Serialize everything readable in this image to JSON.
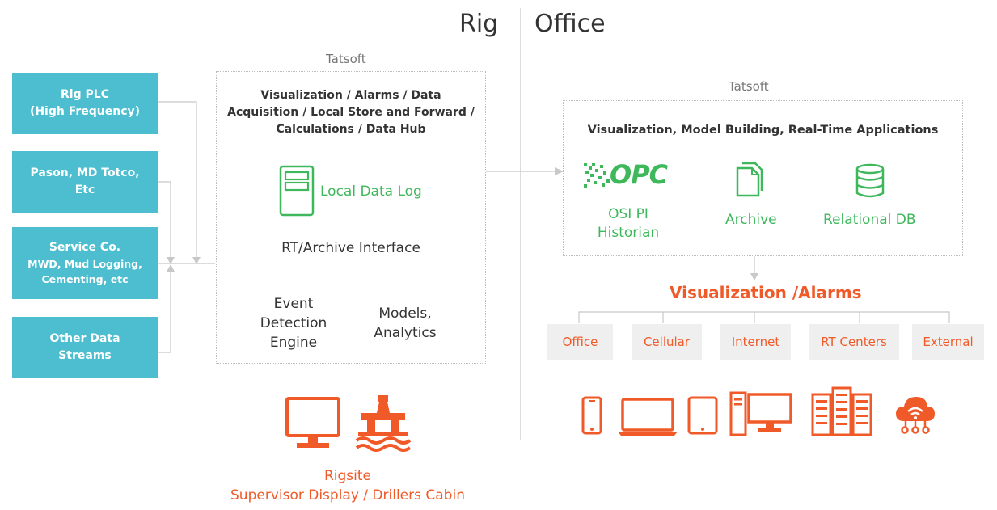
{
  "header": {
    "rig": "Rig",
    "office": "Office"
  },
  "rig": {
    "vendor": "Tatsoft",
    "sources": [
      {
        "lines": [
          "Rig PLC",
          "(High Frequency)"
        ]
      },
      {
        "lines": [
          "Pason, MD Totco,",
          "Etc"
        ]
      },
      {
        "lines": [
          "Service Co.",
          "MWD, Mud Logging,",
          "Cementing, etc"
        ]
      },
      {
        "lines": [
          "Other Data",
          "Streams"
        ]
      }
    ],
    "box": {
      "functions": [
        "Visualization / Alarms / Data",
        "Acquisition / Local Store and Forward /",
        "Calculations / Data Hub"
      ],
      "local_log": "Local Data Log",
      "interface": "RT/Archive Interface",
      "event_engine": [
        "Event",
        "Detection",
        "Engine"
      ],
      "models": [
        "Models,",
        "Analytics"
      ]
    },
    "display": [
      "Rigsite",
      "Supervisor Display / Drillers Cabin"
    ]
  },
  "office": {
    "vendor": "Tatsoft",
    "box": {
      "functions": "Visualization, Model Building, Real-Time Applications",
      "historian": [
        "OSI PI",
        "Historian"
      ],
      "opc_logo": "OPC",
      "archive": "Archive",
      "relational": "Relational DB"
    },
    "vis_title": "Visualization /Alarms",
    "channels": [
      "Office",
      "Cellular",
      "Internet",
      "RT Centers",
      "External"
    ]
  },
  "icons": {
    "rig": [
      "monitor-icon",
      "offshore-rig-icon"
    ],
    "devices": [
      "phone-icon",
      "laptop-icon",
      "tablet-icon",
      "desktop-icon",
      "server-rack-icon",
      "cloud-network-icon"
    ]
  },
  "colors": {
    "teal": "#4dbecf",
    "green": "#3fb85c",
    "orange": "#f05a28",
    "chip": "#efefef"
  }
}
